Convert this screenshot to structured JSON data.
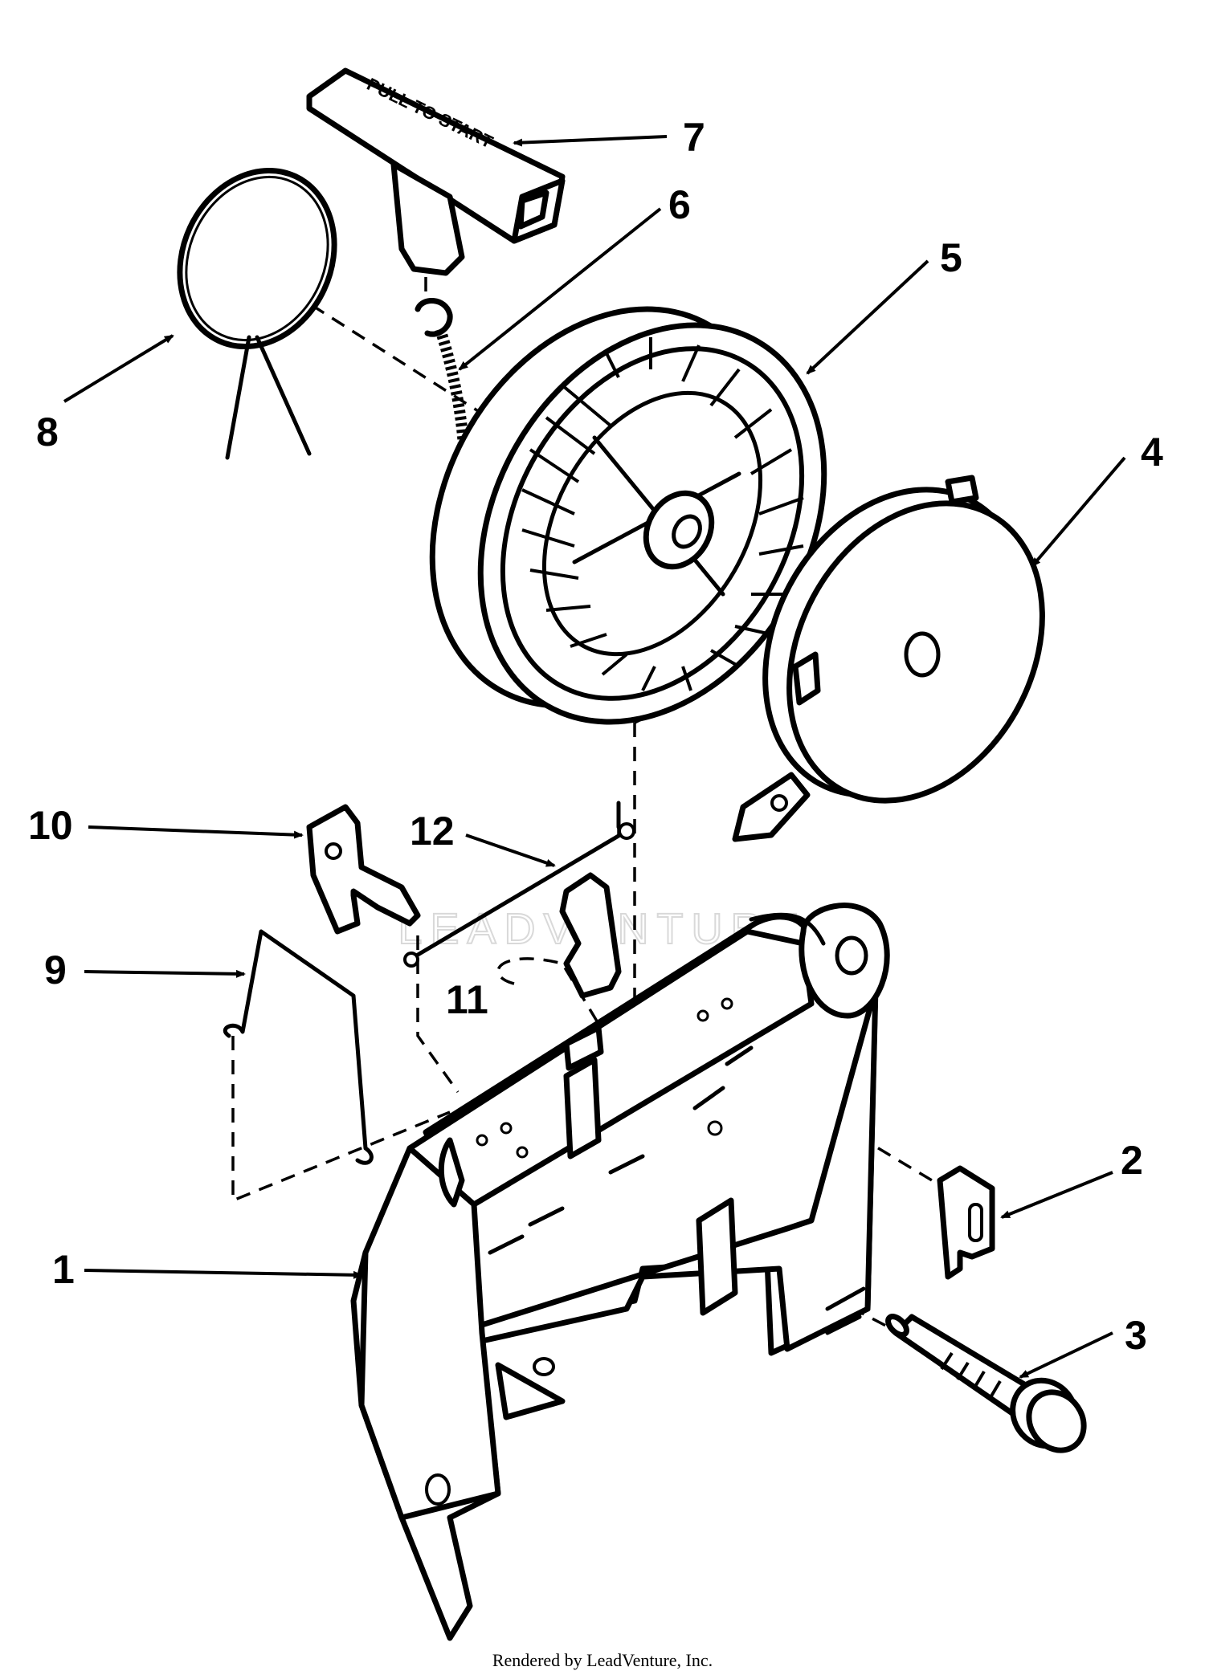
{
  "diagram": {
    "callouts": [
      {
        "id": "1",
        "label": "1"
      },
      {
        "id": "2",
        "label": "2"
      },
      {
        "id": "3",
        "label": "3"
      },
      {
        "id": "4",
        "label": "4"
      },
      {
        "id": "5",
        "label": "5"
      },
      {
        "id": "6",
        "label": "6"
      },
      {
        "id": "7",
        "label": "7"
      },
      {
        "id": "8",
        "label": "8"
      },
      {
        "id": "9",
        "label": "9"
      },
      {
        "id": "10",
        "label": "10"
      },
      {
        "id": "11",
        "label": "11"
      },
      {
        "id": "12",
        "label": "12"
      }
    ],
    "handle_text": "PULL TO START",
    "watermark_text": "LEADVENTURE",
    "footer": "Rendered by LeadVenture, Inc."
  }
}
